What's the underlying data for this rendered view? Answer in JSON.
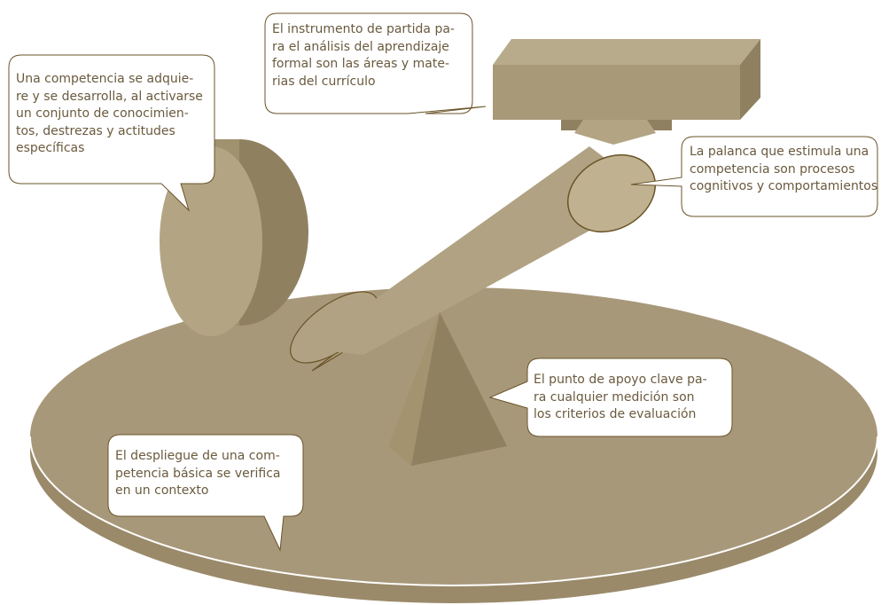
{
  "colors": {
    "base_top": "#a8987a",
    "base_side": "#9a8a6a",
    "base_rim": "#ffffff",
    "solid_front": "#a89a78",
    "solid_top": "#b8ab8b",
    "solid_dark": "#8f8060",
    "lever_end": "#c0b290",
    "outline": "#6a5428",
    "bubble_fill": "#ffffff",
    "bubble_stroke": "#6a5428",
    "text": "#6a5a3e"
  },
  "callouts": {
    "competencia": [
      "Una competencia se adquie-",
      "re y se desarrolla, al activarse",
      "un conjunto de conocimien-",
      "tos, destrezas y actitudes",
      "específicas"
    ],
    "instrumento": [
      "El instrumento de partida pa-",
      "ra el análisis del aprendizaje",
      "formal son las áreas y mate-",
      "rias del currículo"
    ],
    "palanca": [
      "La palanca que estimula una",
      "competencia son procesos",
      "cognitivos y comportamientos"
    ],
    "apoyo": [
      "El punto de apoyo clave pa-",
      "ra cualquier medición son",
      "los criterios de evaluación"
    ],
    "contexto": [
      "El despliegue de una com-",
      "petencia básica se verifica",
      "en un contexto"
    ]
  }
}
